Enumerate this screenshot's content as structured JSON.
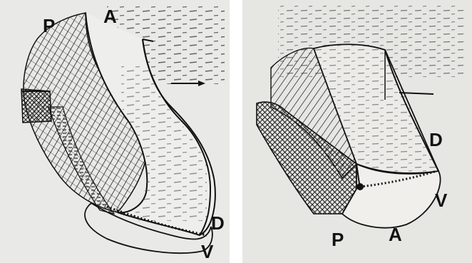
{
  "panels": [
    {
      "id": "left",
      "labels": {
        "P": "P",
        "A": "A",
        "D": "D",
        "V": "V"
      }
    },
    {
      "id": "right",
      "labels": {
        "D": "D",
        "V": "V",
        "P": "P",
        "A": "A"
      }
    }
  ]
}
